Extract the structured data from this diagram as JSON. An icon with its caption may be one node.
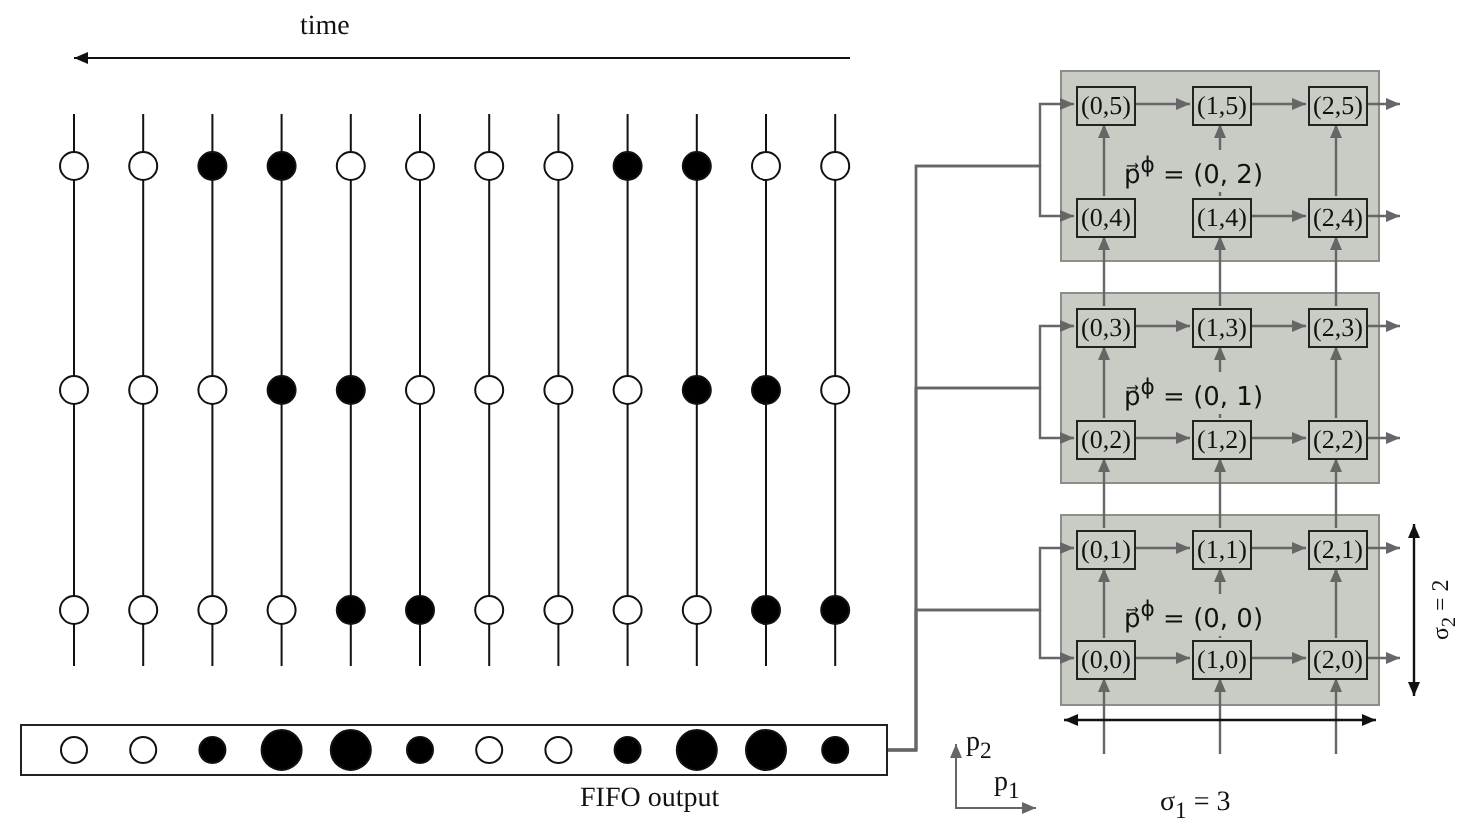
{
  "diagram": {
    "nodes": [
      {
        "text": [
          "FIFO output"
        ]
      },
      {
        "text": [
          "p⃗$^{ϕ}$ = (0, 2)"
        ]
      },
      {
        "text": [
          "(0,5)"
        ],
        "in": 1
      },
      {
        "text": [
          "(1,5)"
        ],
        "in": 1
      },
      {
        "text": [
          "(2,5)"
        ],
        "in": 1
      },
      {
        "text": [
          "(0,4)"
        ],
        "in": 1
      },
      {
        "text": [
          "(1,4)"
        ],
        "in": 1
      },
      {
        "text": [
          "(2,4)"
        ],
        "in": 1
      },
      {
        "text": [
          "p⃗$^{ϕ}$ = (0, 1)"
        ]
      },
      {
        "text": [
          "(0,3)"
        ],
        "in": 8
      },
      {
        "text": [
          "(1,3)"
        ],
        "in": 8
      },
      {
        "text": [
          "(2,3)"
        ],
        "in": 8
      },
      {
        "text": [
          "(0,2)"
        ],
        "in": 8
      },
      {
        "text": [
          "(1,2)"
        ],
        "in": 8
      },
      {
        "text": [
          "(2,2)"
        ],
        "in": 8
      },
      {
        "text": [
          "p⃗$^{ϕ}$ = (0, 0)"
        ]
      },
      {
        "text": [
          "(0,1)"
        ],
        "in": 15
      },
      {
        "text": [
          "(1,1)"
        ],
        "in": 15
      },
      {
        "text": [
          "(2,1)"
        ],
        "in": 15
      },
      {
        "text": [
          "(0,0)"
        ],
        "in": 15
      },
      {
        "text": [
          "(1,0)"
        ],
        "in": 15
      },
      {
        "text": [
          "(2,0)"
        ],
        "in": 15
      }
    ],
    "edges": [
      {
        "from": 0,
        "to": 2,
        "arrow": "to"
      },
      {
        "from": 0,
        "to": 5,
        "arrow": "to"
      },
      {
        "from": 0,
        "to": 9,
        "arrow": "to"
      },
      {
        "from": 0,
        "to": 12,
        "arrow": "to"
      },
      {
        "from": 0,
        "to": 16,
        "arrow": "to"
      },
      {
        "from": 0,
        "to": 19,
        "arrow": "to"
      },
      {
        "from": 2,
        "to": 3,
        "arrow": "to"
      },
      {
        "from": 3,
        "to": 4,
        "arrow": "to"
      },
      {
        "from": 6,
        "to": 7,
        "arrow": "to"
      },
      {
        "from": 9,
        "to": 10,
        "arrow": "to"
      },
      {
        "from": 10,
        "to": 11,
        "arrow": "to"
      },
      {
        "from": 12,
        "to": 13,
        "arrow": "to"
      },
      {
        "from": 13,
        "to": 14,
        "arrow": "to"
      },
      {
        "from": 16,
        "to": 17,
        "arrow": "to"
      },
      {
        "from": 17,
        "to": 18,
        "arrow": "to"
      },
      {
        "from": 19,
        "to": 20,
        "arrow": "to"
      },
      {
        "from": 20,
        "to": 21,
        "arrow": "to"
      },
      {
        "from": 4,
        "to": null,
        "arrow": "to"
      },
      {
        "from": 7,
        "to": null,
        "arrow": "to"
      },
      {
        "from": 11,
        "to": null,
        "arrow": "to"
      },
      {
        "from": 14,
        "to": null,
        "arrow": "to"
      },
      {
        "from": 18,
        "to": null,
        "arrow": "to"
      },
      {
        "from": 21,
        "to": null,
        "arrow": "to"
      },
      {
        "from": null,
        "to": 19,
        "arrow": "to"
      },
      {
        "from": null,
        "to": 20,
        "arrow": "to"
      },
      {
        "from": null,
        "to": 21,
        "arrow": "to"
      },
      {
        "from": 19,
        "to": 16,
        "arrow": "to"
      },
      {
        "from": 20,
        "to": 17,
        "arrow": "to"
      },
      {
        "from": 21,
        "to": 18,
        "arrow": "to"
      },
      {
        "from": 16,
        "to": 12,
        "arrow": "to"
      },
      {
        "from": 17,
        "to": 13,
        "arrow": "to"
      },
      {
        "from": 18,
        "to": 14,
        "arrow": "to"
      },
      {
        "from": 12,
        "to": 9,
        "arrow": "to"
      },
      {
        "from": 13,
        "to": 10,
        "arrow": "to"
      },
      {
        "from": 14,
        "to": 11,
        "arrow": "to"
      },
      {
        "from": 9,
        "to": 5,
        "arrow": "to"
      },
      {
        "from": 10,
        "to": 6,
        "arrow": "to"
      },
      {
        "from": 11,
        "to": 7,
        "arrow": "to"
      },
      {
        "from": 5,
        "to": 2,
        "arrow": "to"
      },
      {
        "from": 6,
        "to": 3,
        "arrow": "to"
      },
      {
        "from": 7,
        "to": 4,
        "arrow": "to"
      }
    ],
    "labels": [
      "time",
      "σ$_{2}$ = 2",
      "p$_{2}$",
      "σ$_{1}$ = 3",
      "p$_{1}$"
    ]
  }
}
